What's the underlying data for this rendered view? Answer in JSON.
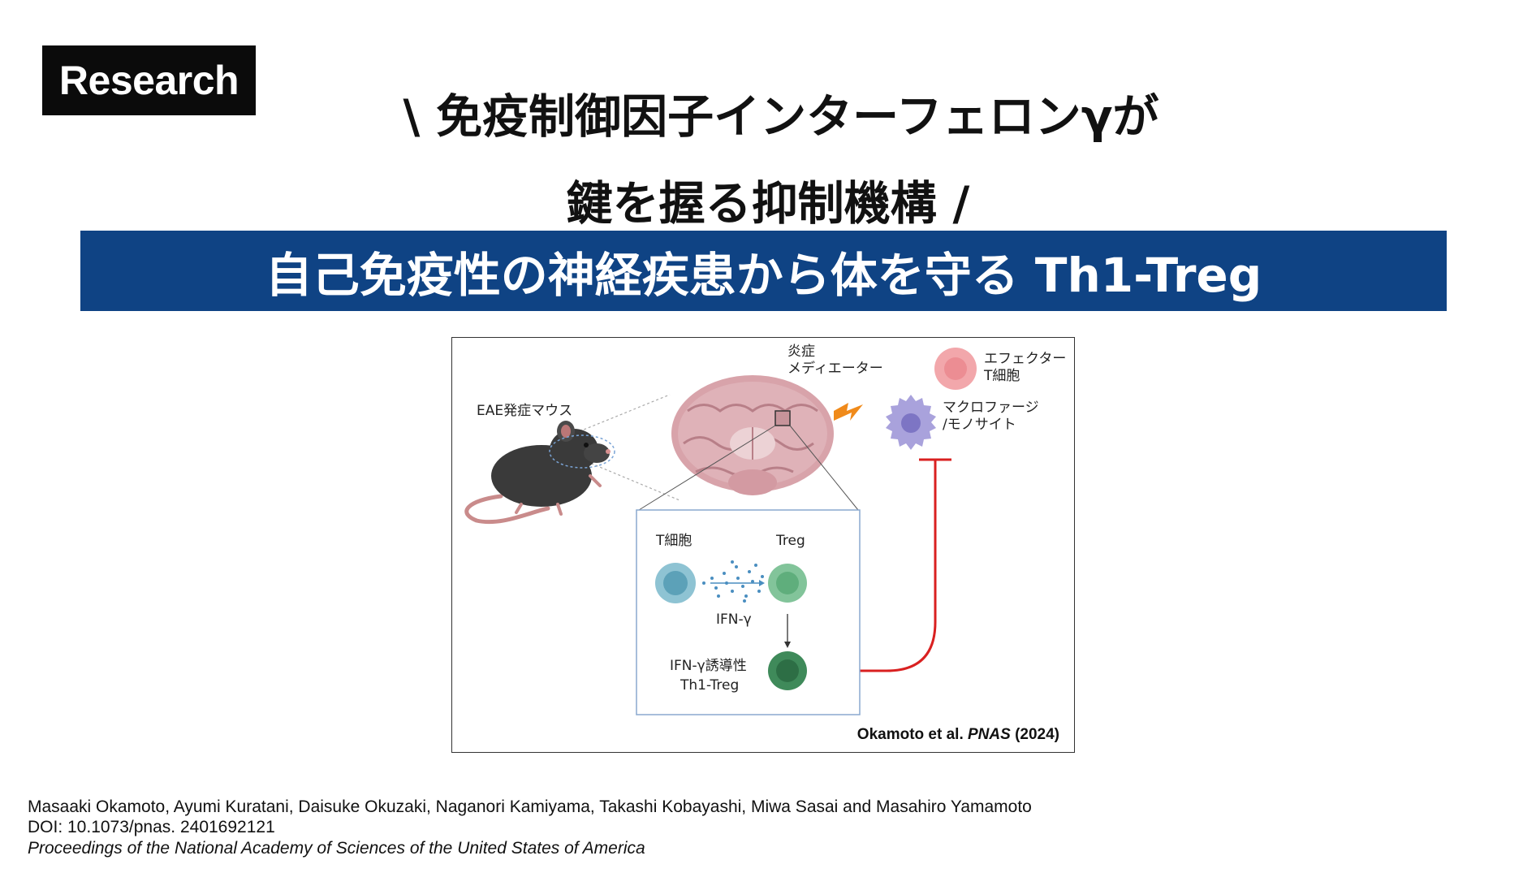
{
  "badge": "Research",
  "headline": {
    "line1": "\\ 免疫制御因子インターフェロンγが",
    "line2": "鍵を握る抑制機構 /"
  },
  "banner": "自己免疫性の神経疾患から体を守る Th1-Treg",
  "figure": {
    "mouse_label": "EAE発症マウス",
    "mediator_label_1": "炎症",
    "mediator_label_2": "メディエーター",
    "effector_label_1": "エフェクター",
    "effector_label_2": "T細胞",
    "macrophage_label_1": "マクロファージ",
    "macrophage_label_2": "/モノサイト",
    "tcell_label": "T細胞",
    "treg_label": "Treg",
    "ifn_label": "IFN-γ",
    "th1_label_1": "IFN-γ誘導性",
    "th1_label_2": "Th1-Treg",
    "citation_authors": "Okamoto et al. ",
    "citation_journal": "PNAS",
    "citation_year": " (2024)",
    "colors": {
      "brain": "#d8a3aa",
      "tcell": "#8ec3d3",
      "treg": "#82c49a",
      "th1treg": "#3f8a5a",
      "effector": "#f2a7ab",
      "macrophage": "#a9a2dc",
      "lightning": "#f08a1a",
      "inhibition": "#d92020",
      "inset_border": "#8aa8cf"
    }
  },
  "footer": {
    "authors": "Masaaki Okamoto, Ayumi Kuratani, Daisuke Okuzaki, Naganori Kamiyama, Takashi Kobayashi, Miwa Sasai and Masahiro Yamamoto",
    "doi": "DOI: 10.1073/pnas. 2401692121",
    "journal": "Proceedings of the National Academy of Sciences of the United States of America"
  }
}
